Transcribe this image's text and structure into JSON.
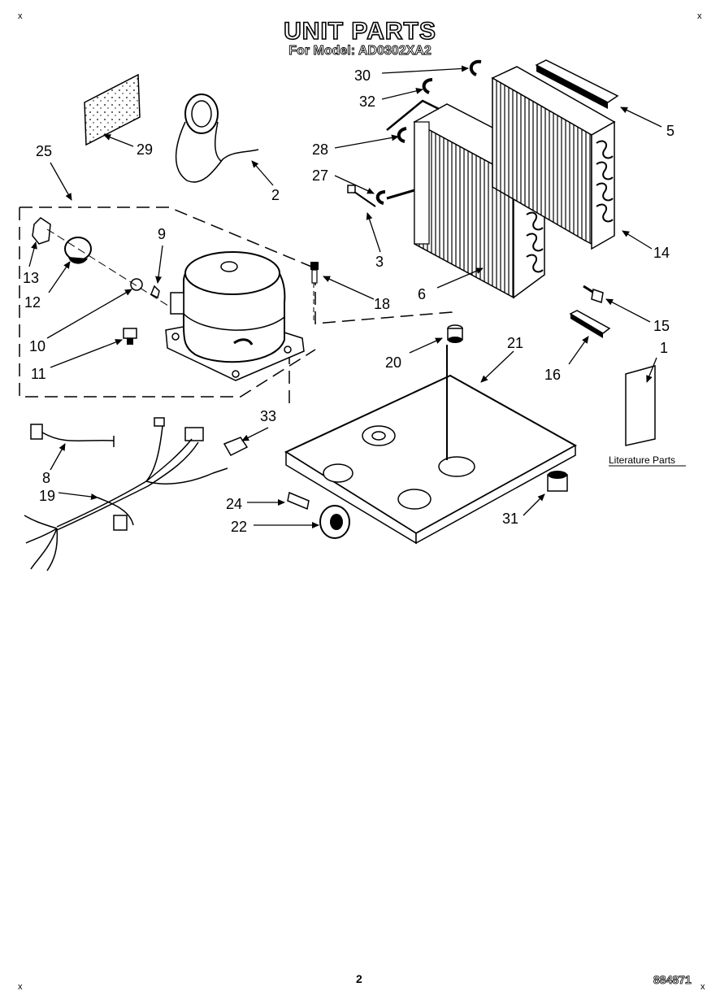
{
  "header": {
    "title": "UNIT PARTS",
    "subtitle": "For Model: AD0302XA2"
  },
  "footer": {
    "page_number": "2",
    "document_code": "884871"
  },
  "corner_marks": [
    "x",
    "x",
    "x",
    "x"
  ],
  "callouts": {
    "c1": "1",
    "c2": "2",
    "c3": "3",
    "c5": "5",
    "c6": "6",
    "c8": "8",
    "c9": "9",
    "c10": "10",
    "c11": "11",
    "c12": "12",
    "c13": "13",
    "c14": "14",
    "c15": "15",
    "c16": "16",
    "c18": "18",
    "c19": "19",
    "c20": "20",
    "c21": "21",
    "c22": "22",
    "c24": "24",
    "c25": "25",
    "c27": "27",
    "c28": "28",
    "c29": "29",
    "c30": "30",
    "c31": "31",
    "c32": "32",
    "c33": "33"
  },
  "literature_label": "Literature Parts"
}
